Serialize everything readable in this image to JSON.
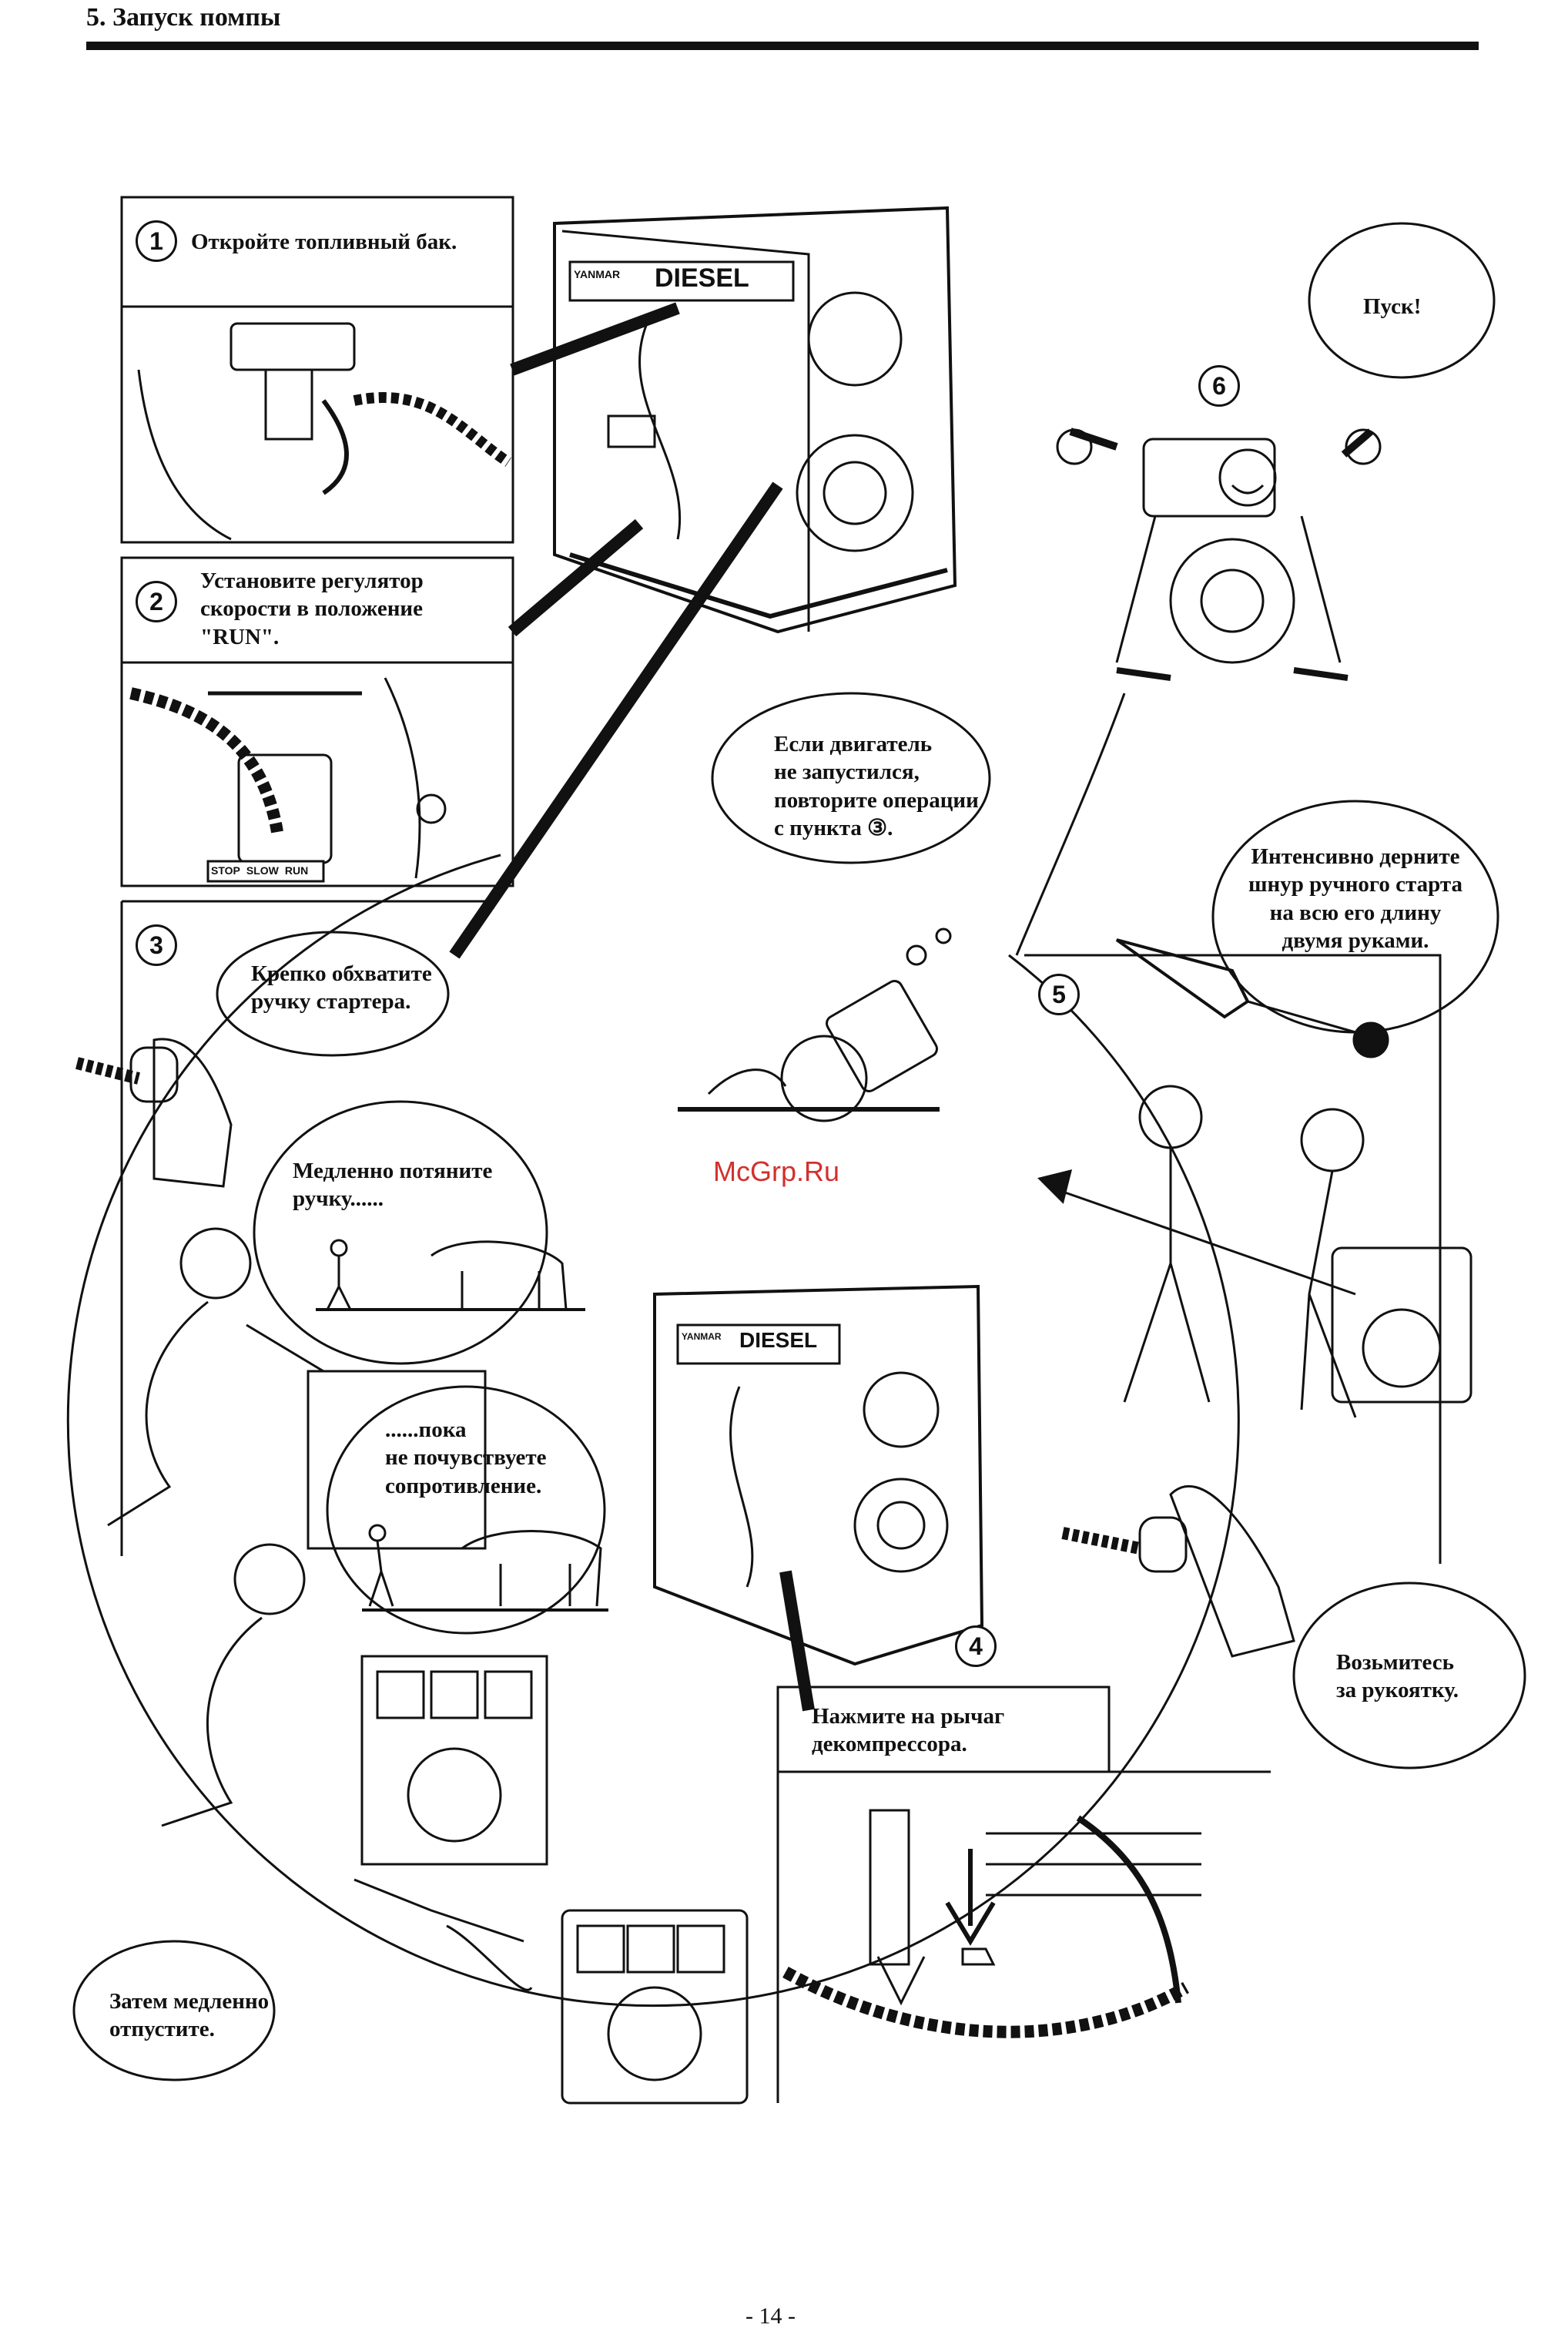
{
  "header": {
    "title": "5.    Запуск помпы"
  },
  "watermark": "McGrp.Ru",
  "page_number": "- 14 -",
  "steps": [
    {
      "number": "1",
      "text": "Откройте топливный бак."
    },
    {
      "number": "2",
      "lines": [
        "Установите регулятор",
        "скорости в положение",
        "\"RUN\"."
      ]
    },
    {
      "number": "3",
      "lines": [
        "Крепко обхватите",
        "ручку стартера."
      ]
    },
    {
      "number": "4",
      "lines": [
        "Нажмите на рычаг",
        "декомпрессора."
      ]
    },
    {
      "number": "5",
      "lines": [
        "Интенсивно дерните",
        "шнур ручного старта",
        "на всю его длину",
        "двумя руками."
      ]
    },
    {
      "number": "6",
      "text": "Пуск!"
    }
  ],
  "bubbles": {
    "retry": [
      "Если двигатель",
      "не запустился,",
      "повторите операции",
      "с пункта ③."
    ],
    "slow_pull": [
      "Медленно потяните",
      "ручку......"
    ],
    "resistance": [
      "......пока",
      "не почувствуете",
      "сопротивление."
    ],
    "release": [
      "Затем медленно",
      "отпустите."
    ],
    "grab": [
      "Возьмитесь",
      "за рукоятку."
    ]
  },
  "switch_labels": [
    "STOP",
    "SLOW",
    "RUN"
  ],
  "engine_brand": {
    "maker": "YANMAR",
    "model": "DIESEL"
  }
}
